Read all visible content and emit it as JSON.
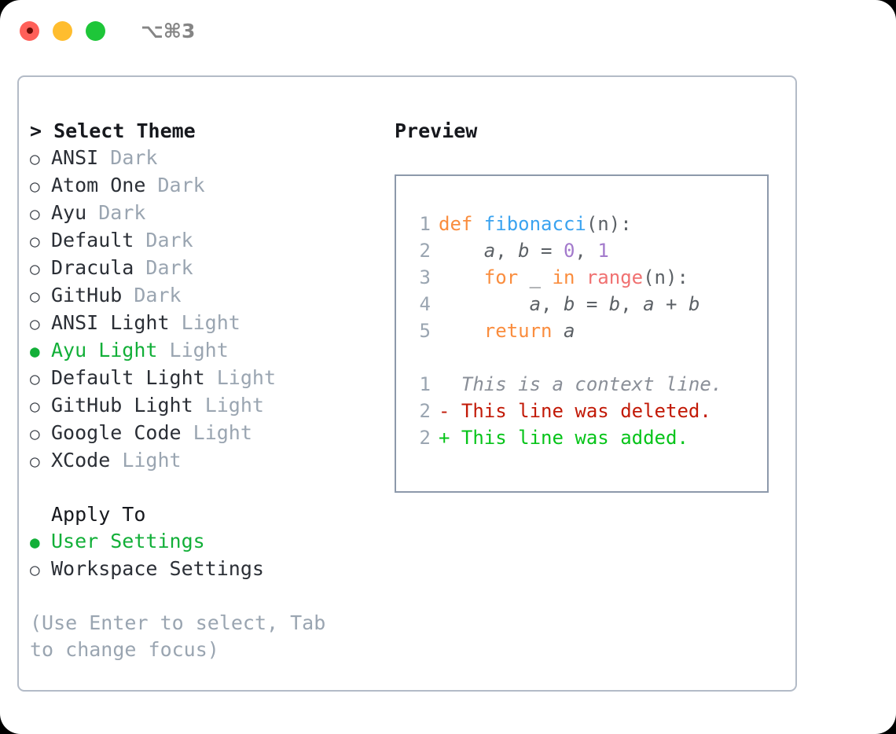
{
  "titlebar": {
    "shortcut": "⌥⌘3",
    "lights": [
      {
        "name": "close",
        "color": "#ff6059"
      },
      {
        "name": "minimize",
        "color": "#ffbd2e"
      },
      {
        "name": "maximize",
        "color": "#1ec639"
      }
    ]
  },
  "theme_panel": {
    "header": "> Select Theme",
    "marker_unselected": "○",
    "marker_selected": "●",
    "items": [
      {
        "marker": "○",
        "name": "ANSI",
        "variant": "Dark",
        "selected": false
      },
      {
        "marker": "○",
        "name": "Atom One",
        "variant": "Dark",
        "selected": false
      },
      {
        "marker": "○",
        "name": "Ayu",
        "variant": "Dark",
        "selected": false
      },
      {
        "marker": "○",
        "name": "Default",
        "variant": "Dark",
        "selected": false
      },
      {
        "marker": "○",
        "name": "Dracula",
        "variant": "Dark",
        "selected": false
      },
      {
        "marker": "○",
        "name": "GitHub",
        "variant": "Dark",
        "selected": false
      },
      {
        "marker": "○",
        "name": "ANSI Light",
        "variant": "Light",
        "selected": false
      },
      {
        "marker": "●",
        "name": "Ayu Light",
        "variant": "Light",
        "selected": true
      },
      {
        "marker": "○",
        "name": "Default Light",
        "variant": "Light",
        "selected": false
      },
      {
        "marker": "○",
        "name": "GitHub Light",
        "variant": "Light",
        "selected": false
      },
      {
        "marker": "○",
        "name": "Google Code",
        "variant": "Light",
        "selected": false
      },
      {
        "marker": "○",
        "name": "XCode",
        "variant": "Light",
        "selected": false
      }
    ]
  },
  "apply_to": {
    "header": "Apply To",
    "options": [
      {
        "marker": "●",
        "label": "User Settings",
        "selected": true
      },
      {
        "marker": "○",
        "label": "Workspace Settings",
        "selected": false
      }
    ]
  },
  "hint": "(Use Enter to select, Tab to change focus)",
  "preview": {
    "title": "Preview",
    "code_lines": [
      {
        "number": "1",
        "tokens": [
          {
            "text": "def ",
            "kind": "kw"
          },
          {
            "text": "fibonacci",
            "kind": "fn"
          },
          {
            "text": "(n):",
            "kind": "punc"
          }
        ]
      },
      {
        "number": "2",
        "tokens": [
          {
            "text": "    ",
            "kind": "punc"
          },
          {
            "text": "a",
            "kind": "var"
          },
          {
            "text": ", ",
            "kind": "punc"
          },
          {
            "text": "b",
            "kind": "var"
          },
          {
            "text": " = ",
            "kind": "punc"
          },
          {
            "text": "0",
            "kind": "num"
          },
          {
            "text": ", ",
            "kind": "punc"
          },
          {
            "text": "1",
            "kind": "num"
          }
        ]
      },
      {
        "number": "3",
        "tokens": [
          {
            "text": "    ",
            "kind": "punc"
          },
          {
            "text": "for ",
            "kind": "kw"
          },
          {
            "text": "_",
            "kind": "var"
          },
          {
            "text": " ",
            "kind": "punc"
          },
          {
            "text": "in ",
            "kind": "kw"
          },
          {
            "text": "range",
            "kind": "call"
          },
          {
            "text": "(n):",
            "kind": "punc"
          }
        ]
      },
      {
        "number": "4",
        "tokens": [
          {
            "text": "        ",
            "kind": "punc"
          },
          {
            "text": "a",
            "kind": "var"
          },
          {
            "text": ", ",
            "kind": "punc"
          },
          {
            "text": "b",
            "kind": "var"
          },
          {
            "text": " = ",
            "kind": "punc"
          },
          {
            "text": "b",
            "kind": "var"
          },
          {
            "text": ", ",
            "kind": "punc"
          },
          {
            "text": "a",
            "kind": "var"
          },
          {
            "text": " + ",
            "kind": "punc"
          },
          {
            "text": "b",
            "kind": "var"
          }
        ]
      },
      {
        "number": "5",
        "tokens": [
          {
            "text": "    ",
            "kind": "punc"
          },
          {
            "text": "return ",
            "kind": "kw"
          },
          {
            "text": "a",
            "kind": "var"
          }
        ]
      }
    ],
    "diff_lines": [
      {
        "number": "1",
        "sign": " ",
        "text": " This is a context line.",
        "kind": "ctx"
      },
      {
        "number": "2",
        "sign": "-",
        "text": " This line was deleted.",
        "kind": "del"
      },
      {
        "number": "2",
        "sign": "+",
        "text": " This line was added.",
        "kind": "add"
      }
    ]
  },
  "colors": {
    "accent_green": "#12af38",
    "muted_gray": "#9aa5b1",
    "panel_border": "#b3bbc7",
    "preview_border": "#8d99ab",
    "keyword_orange": "#fa8d3e",
    "function_blue": "#3aa3f0",
    "number_purple": "#a37acc",
    "call_salmon": "#f07171",
    "diff_deleted": "#c21a07",
    "diff_added": "#07c41a"
  }
}
